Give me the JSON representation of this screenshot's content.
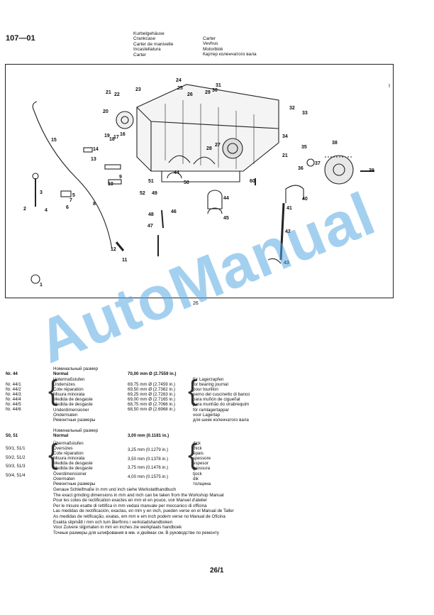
{
  "header": {
    "section": "107—01",
    "titles_left": [
      "Kurbelgehäuse",
      "Crankcase",
      "Carter de manivelle",
      "Incastellatura",
      "Carter"
    ],
    "titles_right": [
      "Carter",
      "Vevhus",
      "Motorblok",
      "Картер коленчатого вала"
    ]
  },
  "figure": {
    "number": "26",
    "callouts": [
      "1",
      "2",
      "3",
      "4",
      "5",
      "6",
      "7",
      "8",
      "9",
      "10",
      "11",
      "12",
      "13",
      "14",
      "15",
      "16",
      "17",
      "18",
      "19",
      "20",
      "21",
      "22",
      "23",
      "24",
      "25",
      "26",
      "27",
      "28",
      "29",
      "30",
      "31",
      "32",
      "33",
      "34",
      "35",
      "36",
      "37",
      "38",
      "39",
      "40",
      "41",
      "42",
      "43",
      "44",
      "45",
      "46",
      "47",
      "48",
      "49",
      "50",
      "51",
      "52",
      "60"
    ]
  },
  "watermark": "AutoManual",
  "table1": {
    "nr": "Nr. 44",
    "head_ru": "Номинальный размер",
    "head_label": "Normal",
    "head_value": "70,00 mm Ø (2.7559 in.)",
    "head_notes": [
      "für Lagerzapfen",
      "for bearing journal",
      "pour tourillon",
      "perno del cuscinetto di banco",
      "para muñón de cigueñal",
      "para munhão do virabrequim",
      "för ramlagertappar",
      "voor Lagertap",
      "для шеек коленчатого вала"
    ],
    "rows": [
      {
        "no": "Nr. 44/1",
        "label": "Untermaßstufen",
        "value": "69,75 mm Ø (2.7459 in.)"
      },
      {
        "no": "Nr. 44/2",
        "label": "Undersizes",
        "value": "69,50 mm Ø (2.7362 in.)"
      },
      {
        "no": "Nr. 44/3",
        "label": "Cote réparation",
        "value": "69,25 mm Ø (2.7263 in.)"
      },
      {
        "no": "Nr. 44/4",
        "label": "Misura minorata",
        "value": "69,00 mm Ø (2.7165 in.)"
      },
      {
        "no": "Nr. 44/5",
        "label": "Medida de desgaste",
        "value": "68,75 mm Ø (2.7066 in.)"
      },
      {
        "no": "Nr. 44/6",
        "label": "Medida de desgaste",
        "value": "68,50 mm Ø (2.6968 in.)"
      }
    ],
    "extra_labels": [
      "Underdimensioner",
      "Ondermaten",
      "Ремонтные размеры"
    ]
  },
  "table2": {
    "nr": "50,   51",
    "head_ru": "Номинальный размер",
    "head_label": "Normal",
    "head_value": "3,00 mm (0.1181 in.)",
    "rows": [
      {
        "no": "50/1, 51/1",
        "label": "Übermaßstufen",
        "value": "3,25 mm (0.1279 in.)",
        "note": "dick"
      },
      {
        "no": "50/2, 51/2",
        "label": "Oversizes",
        "value": "3,50 mm (0.1378 in.)",
        "note": "thick"
      },
      {
        "no": "50/3, 51/3",
        "label": "Cote réparation",
        "value": "3,75 mm (0.1476 in.)",
        "note": "épais"
      },
      {
        "no": "50/4, 51/4",
        "label": "Misura minorata",
        "value": "4,00 mm (0.1575 in.)",
        "note": "spessore"
      }
    ],
    "extra_labels": [
      "Medida de desgaste",
      "Medida de desgaste",
      "Överdimensioner",
      "Overmaten",
      "Ремонтные размеры"
    ],
    "extra_notes": [
      "espesor",
      "grossura",
      "tjock",
      "dik",
      "толщина"
    ]
  },
  "notes": [
    "Genaue Schleifmaße in mm und inch siehe Werkstatthandbuch",
    "The exact grinding dimensions in mm and inch can be taken from the Workshop Manual",
    "Pour les cotes de rectification exactes en mm et en pouce, voir Manuel d'atelier",
    "Per le misure esatte di rettifica in mm vedasi manuale per meccanico di officina",
    "Las medidas de rectificación, exactas, en mm y en inch, pueden verse en el Manual de Taller",
    "As medidas de retificação, exatas, em mm e em inch podem verse no Manual de Oficina",
    "Exakta slipmått i mm och tum återfinns i verkstadshandboken",
    "Voor Zuivere slijpmaten in mm en inches zie werkplaats handboek",
    "Точные размеры для шлифования в мм. и дюймах см. В руководстве по ремонту"
  ],
  "page_number": "26/1"
}
